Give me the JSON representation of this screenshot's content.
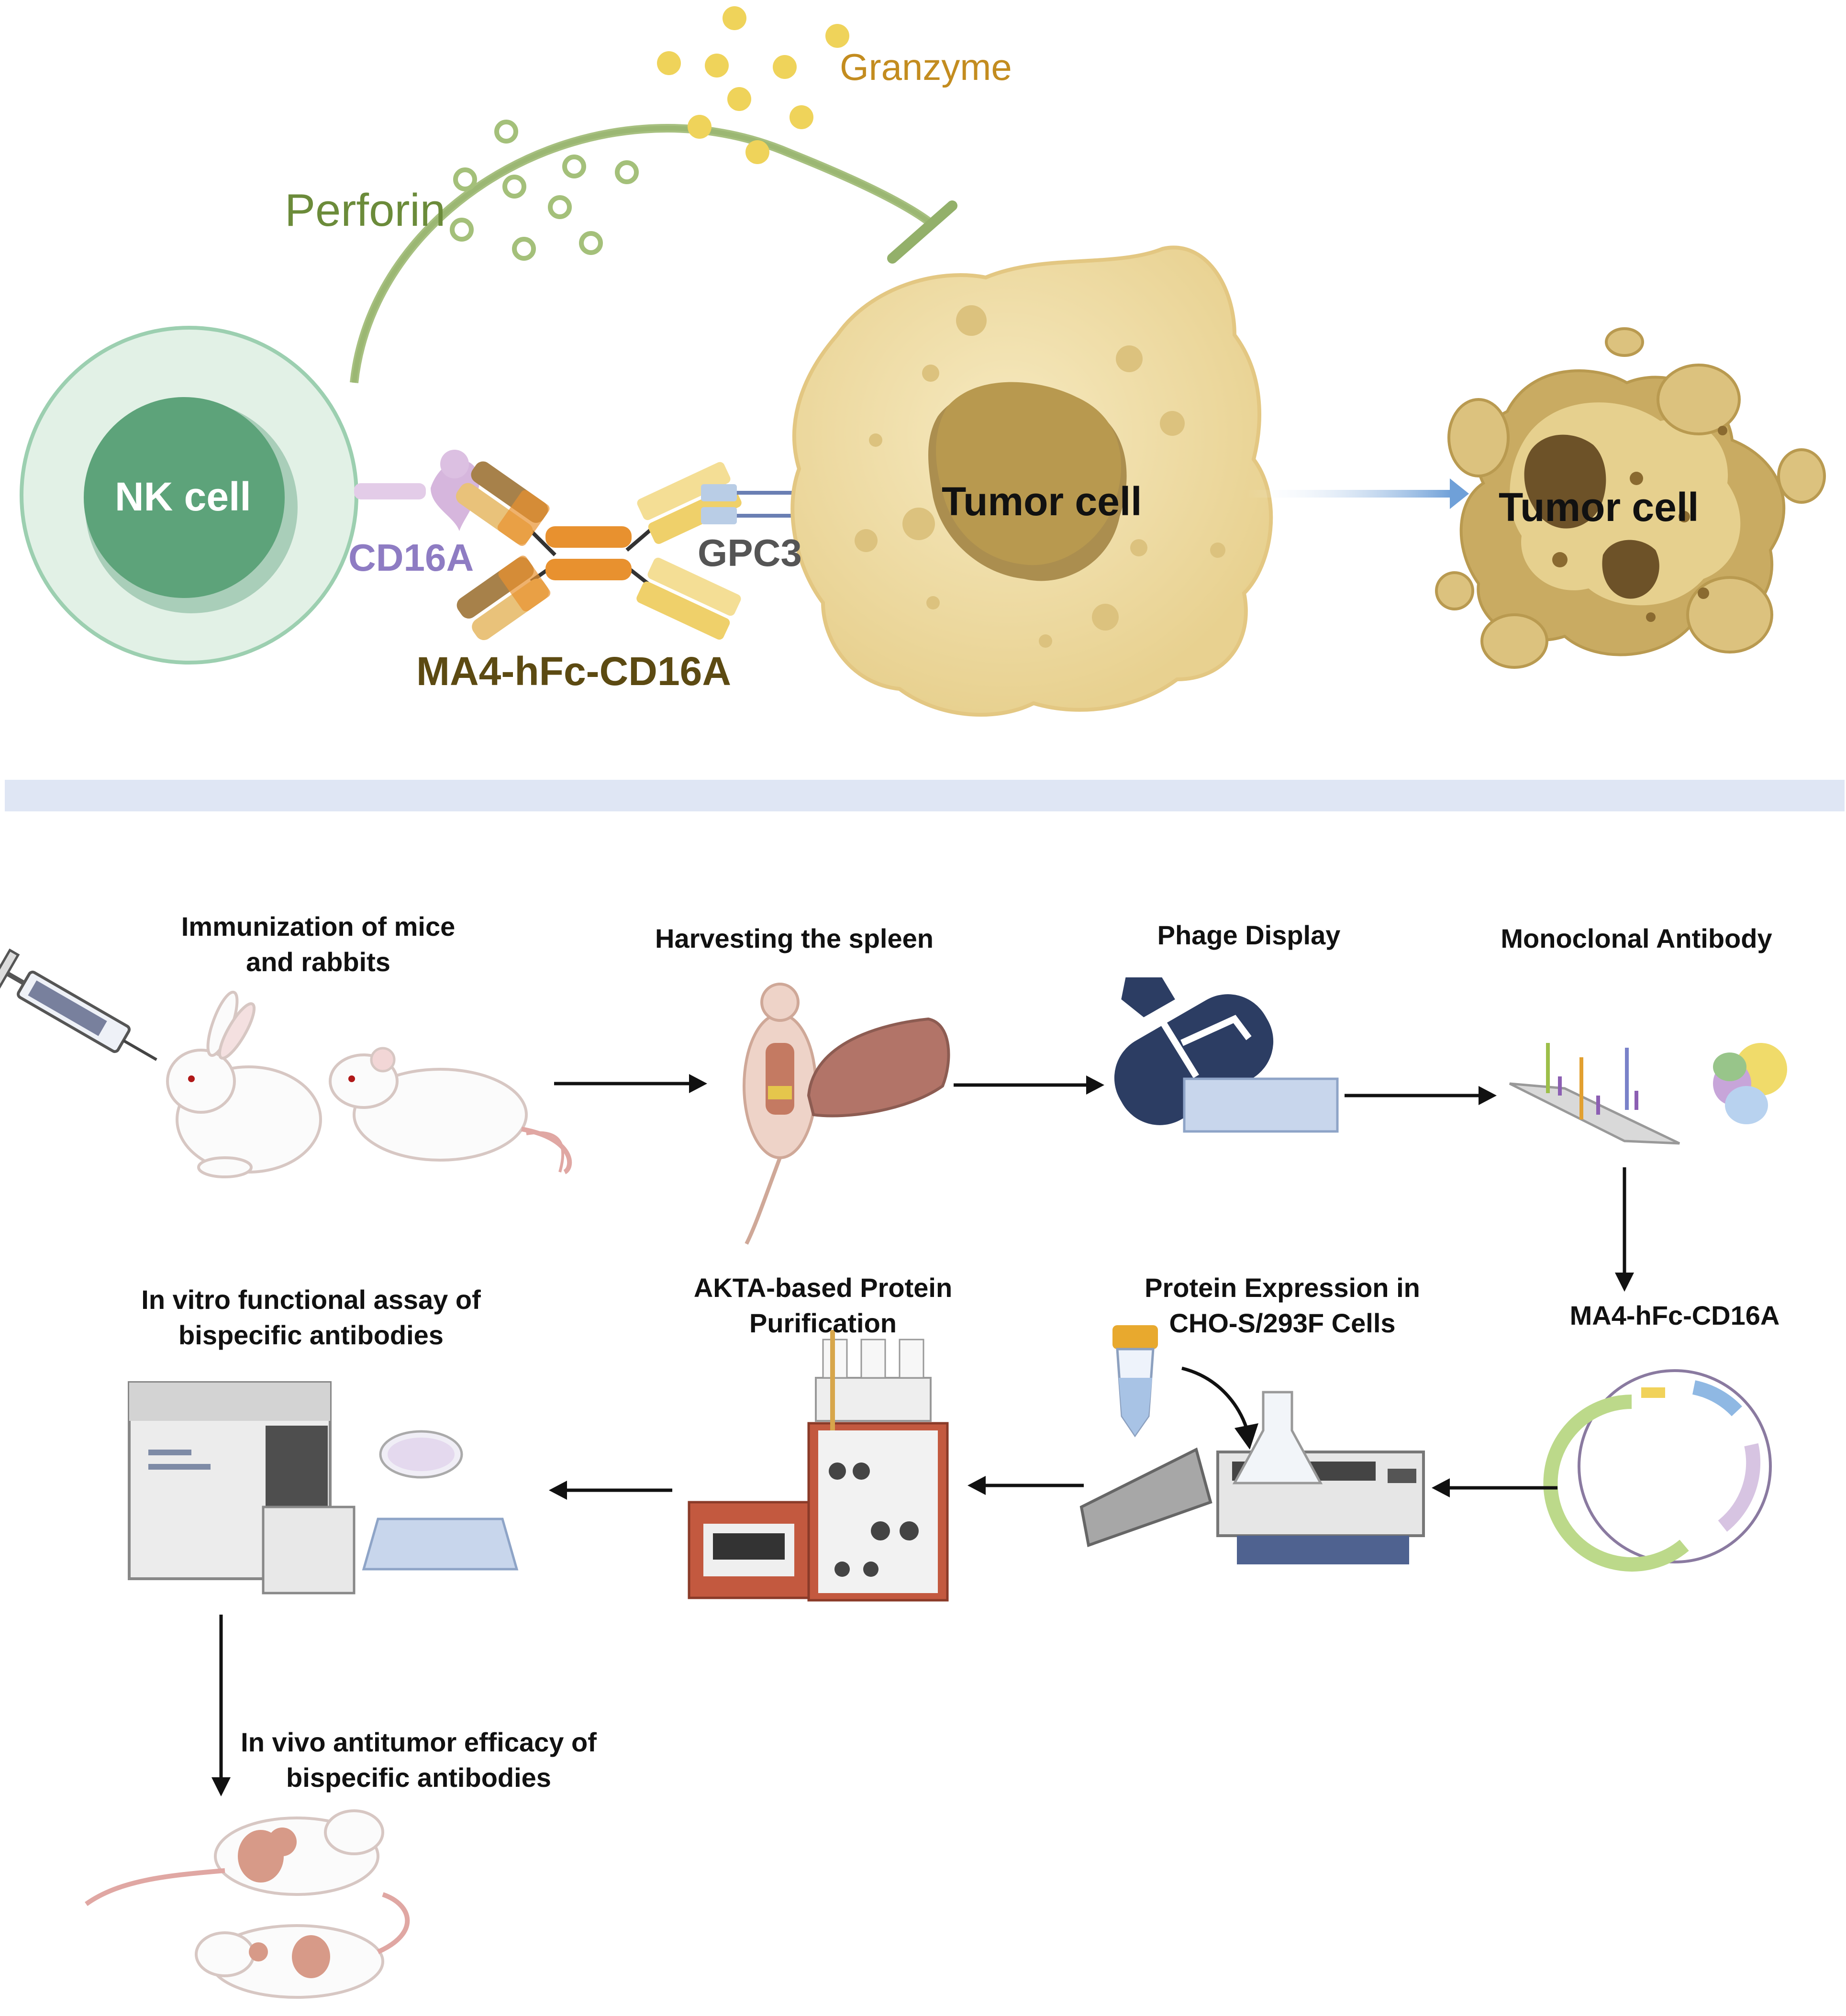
{
  "top": {
    "nk_cell": "NK cell",
    "cd16a": "CD16A",
    "gpc3": "GPC3",
    "antibody": "MA4-hFc-CD16A",
    "perforin": "Perforin",
    "granzyme": "Granzyme",
    "tumor_cell": "Tumor cell",
    "tumor_cell_dead": "Tumor cell"
  },
  "workflow": {
    "immunization": [
      "Immunization of mice",
      "and rabbits"
    ],
    "spleen": [
      "Harvesting the spleen"
    ],
    "phage": [
      "Phage Display"
    ],
    "monoclonal": [
      "Monoclonal Antibody"
    ],
    "construct": [
      "MA4-hFc-CD16A"
    ],
    "expression": [
      "Protein Expression in",
      "CHO-S/293F Cells"
    ],
    "akta": [
      "AKTA-based Protein",
      "Purification"
    ],
    "invitro": [
      "In vitro functional assay of",
      "bispecific antibodies"
    ],
    "invivo": [
      "In vivo antitumor efficacy of",
      "bispecific antibodies"
    ]
  },
  "colors": {
    "nk_green": "#5da37a",
    "cd16a_purple": "#8e7cc3",
    "gpc3_gray": "#555555",
    "perforin_green": "#6b8b3a",
    "granzyme_gold": "#c38c1f",
    "tumor_fill": "#f0dfa8",
    "antibody_label": "#5c4a12",
    "divider": "#dfe6f4"
  }
}
